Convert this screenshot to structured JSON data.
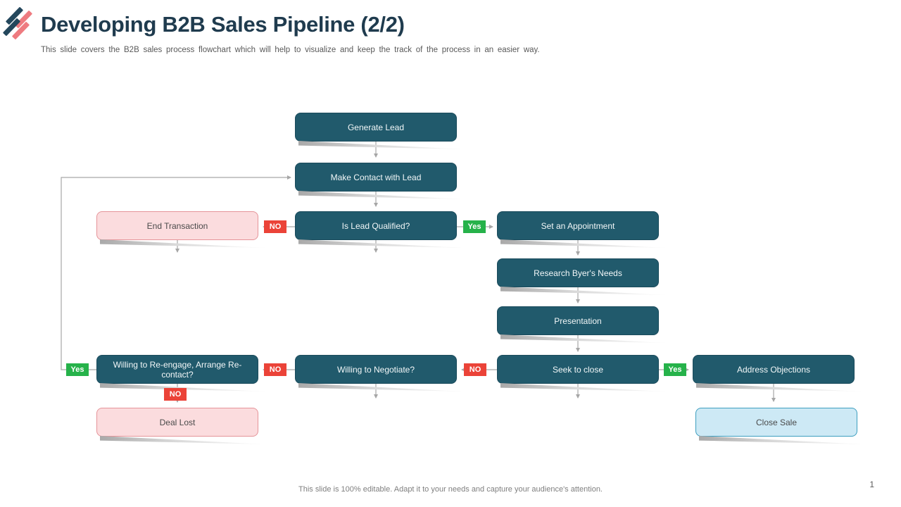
{
  "header": {
    "title": "Developing B2B Sales Pipeline (2/2)",
    "subtitle": "This slide covers the B2B sales process flowchart which will help to visualize and keep the track of the process in an easier way."
  },
  "footer": {
    "note": "This slide is 100% editable. Adapt it to your needs and capture your audience's attention.",
    "page_number": "1"
  },
  "flowchart": {
    "nodes": [
      {
        "id": "generate-lead",
        "label": "Generate Lead",
        "type": "teal"
      },
      {
        "id": "make-contact",
        "label": "Make Contact with Lead",
        "type": "teal"
      },
      {
        "id": "end-transaction",
        "label": "End Transaction",
        "type": "pink"
      },
      {
        "id": "is-lead-qualified",
        "label": "Is Lead Qualified?",
        "type": "teal"
      },
      {
        "id": "set-appointment",
        "label": "Set an Appointment",
        "type": "teal"
      },
      {
        "id": "research-needs",
        "label": "Research Byer's Needs",
        "type": "teal"
      },
      {
        "id": "presentation",
        "label": "Presentation",
        "type": "teal"
      },
      {
        "id": "willing-reengage",
        "label": "Willing to Re-engage, Arrange Re-contact?",
        "type": "teal"
      },
      {
        "id": "willing-negotiate",
        "label": "Willing to Negotiate?",
        "type": "teal"
      },
      {
        "id": "seek-close",
        "label": "Seek to close",
        "type": "teal"
      },
      {
        "id": "address-objections",
        "label": "Address Objections",
        "type": "teal"
      },
      {
        "id": "deal-lost",
        "label": "Deal Lost",
        "type": "pink"
      },
      {
        "id": "close-sale",
        "label": "Close Sale",
        "type": "blue"
      }
    ],
    "edge_labels": [
      {
        "id": "no-qualified-end",
        "text": "NO"
      },
      {
        "id": "yes-qualified-appointment",
        "text": "Yes"
      },
      {
        "id": "yes-reengage-makecontact",
        "text": "Yes"
      },
      {
        "id": "no-negotiate-reengage",
        "text": "NO"
      },
      {
        "id": "no-seek-negotiate",
        "text": "NO"
      },
      {
        "id": "yes-seek-address",
        "text": "Yes"
      },
      {
        "id": "no-reengage-deallost",
        "text": "NO"
      }
    ]
  },
  "colors": {
    "node_teal": "#215A6C",
    "node_teal_border": "#1B4B5C",
    "node_pink_fill": "#FBDCDE",
    "node_pink_border": "#E59499",
    "node_blue_fill": "#CDE9F5",
    "node_blue_border": "#3D9EBF",
    "label_yes_bg": "#26B24A",
    "label_no_bg": "#EB4338",
    "line_gray": "#A6A6A6",
    "title_color": "#1F3B4E",
    "logo_navy": "#24475C",
    "logo_coral": "#EE7B80",
    "body_text": "#595959"
  }
}
